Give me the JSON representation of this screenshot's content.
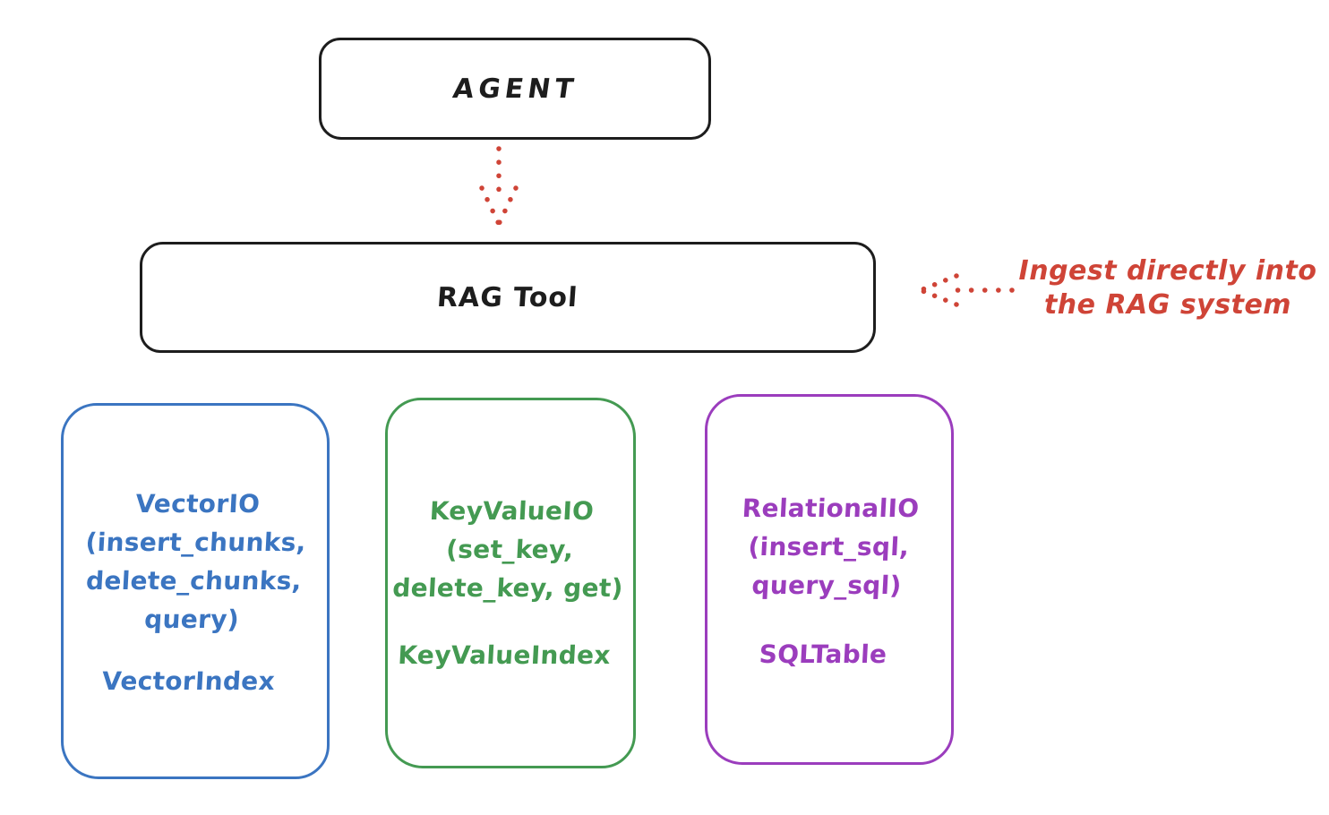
{
  "diagram": {
    "agent": {
      "label": "AGENT"
    },
    "rag_tool": {
      "label": "RAG Tool"
    },
    "annotation": {
      "line1": "Ingest directly into",
      "line2": "the RAG system"
    },
    "cards": [
      {
        "id": "vector-io",
        "io_lines": [
          "VectorIO",
          "(insert_chunks,",
          "delete_chunks,",
          "query)"
        ],
        "index_label": "VectorIndex",
        "color": "#3b75c1"
      },
      {
        "id": "keyvalue-io",
        "io_lines": [
          "KeyValueIO",
          "(set_key,",
          "delete_key, get)"
        ],
        "index_label": "KeyValueIndex",
        "color": "#449a52"
      },
      {
        "id": "relational-io",
        "io_lines": [
          "RelationalIO",
          "(insert_sql,",
          "query_sql)"
        ],
        "index_label": "SQLTable",
        "color": "#9b3dbd"
      }
    ],
    "colors": {
      "ink": "#1d1d1d",
      "annotation_red": "#cf4437",
      "background": "#ffffff"
    }
  }
}
